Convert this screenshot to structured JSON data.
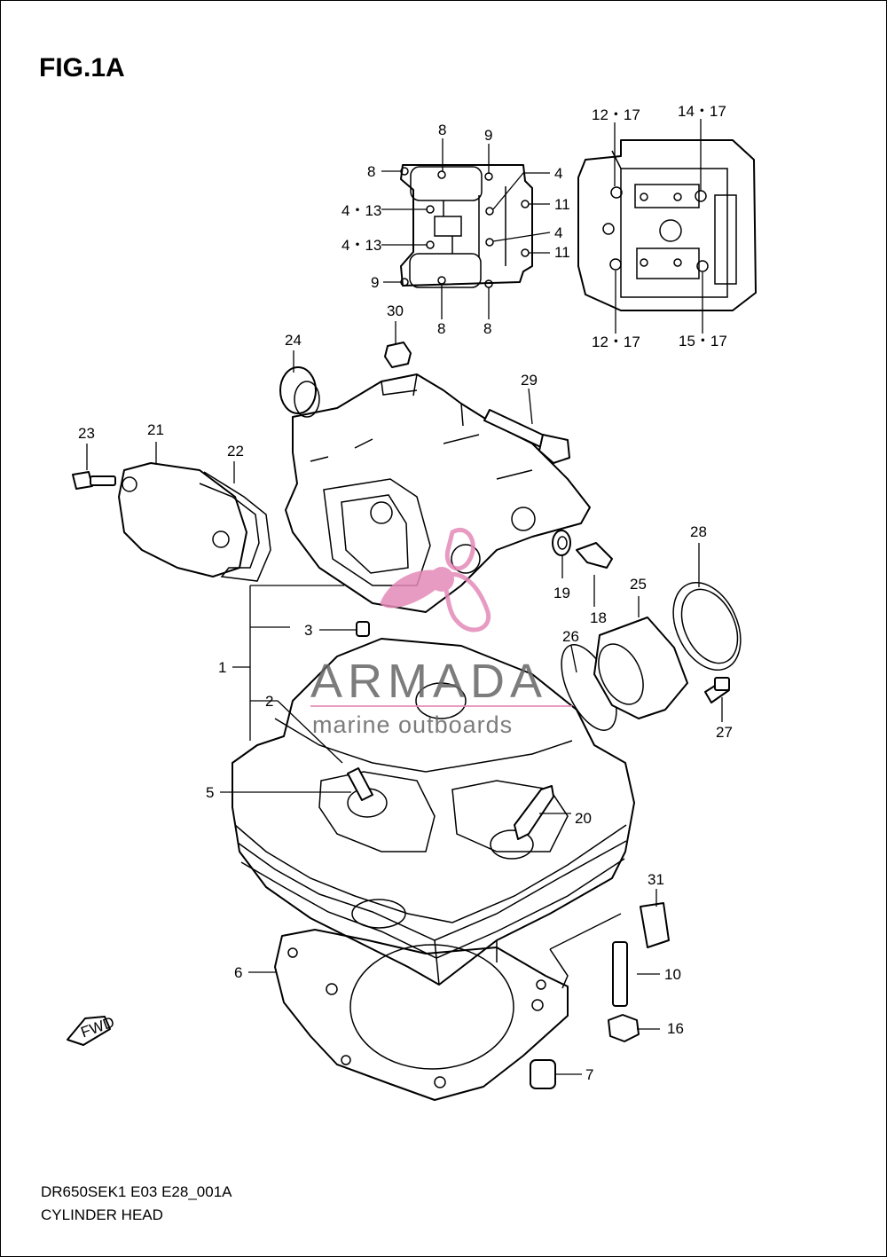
{
  "figure": {
    "title": "FIG.1A",
    "code": "DR650SEK1 E03 E28_001A",
    "name": "CYLINDER HEAD"
  },
  "watermark": {
    "brand": "ARMADA",
    "tagline": "marine outboards",
    "logo_color": "#e58ab8"
  },
  "fwd_label": "FWD",
  "callouts": {
    "c1": "1",
    "c2": "2",
    "c3": "3",
    "c5": "5",
    "c6": "6",
    "c7": "7",
    "c8a": "8",
    "c8b": "8",
    "c8c": "8",
    "c8d": "8",
    "c9a": "9",
    "c9b": "9",
    "c4a": "4",
    "c4b": "4",
    "c4_13a": "4・13",
    "c4_13b": "4・13",
    "c10": "10",
    "c11a": "11",
    "c11b": "11",
    "c12_17a": "12・17",
    "c12_17b": "12・17",
    "c14_17": "14・17",
    "c15_17": "15・17",
    "c16": "16",
    "c18": "18",
    "c19": "19",
    "c20": "20",
    "c21": "21",
    "c22": "22",
    "c23": "23",
    "c24": "24",
    "c25": "25",
    "c26": "26",
    "c27": "27",
    "c28": "28",
    "c29": "29",
    "c30": "30",
    "c31": "31"
  }
}
